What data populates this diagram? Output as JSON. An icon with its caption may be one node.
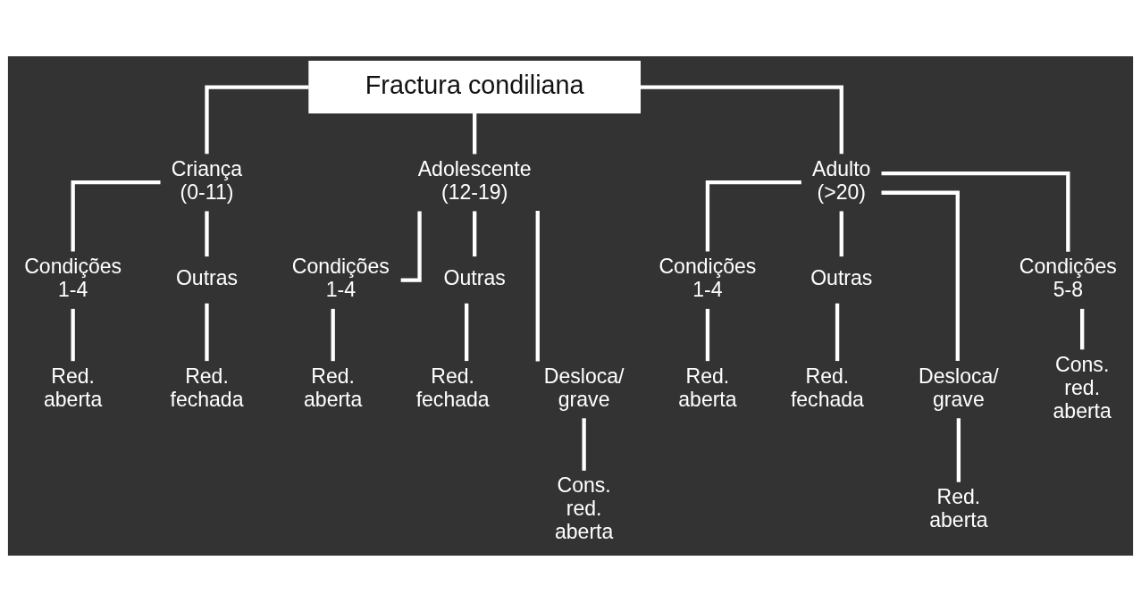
{
  "diagram": {
    "nodes": [
      {
        "text": [
          "Fractura condiliana"
        ]
      },
      {
        "text": [
          "Criança (0-11)"
        ]
      },
      {
        "text": [
          "Adolescente (12-19)"
        ]
      },
      {
        "text": [
          "Adulto (>20)"
        ]
      },
      {
        "text": [
          "Condições 1-4"
        ]
      },
      {
        "text": [
          "Outras"
        ]
      },
      {
        "text": [
          "Red. aberta"
        ]
      },
      {
        "text": [
          "Red. fechada"
        ]
      },
      {
        "text": [
          "Condições 1-4"
        ]
      },
      {
        "text": [
          "Outras"
        ]
      },
      {
        "text": [
          "Red. aberta"
        ]
      },
      {
        "text": [
          "Red. fechada"
        ]
      },
      {
        "text": [
          "Desloca/ grave"
        ]
      },
      {
        "text": [
          "Cons. red. aberta"
        ]
      },
      {
        "text": [
          "Condições 1-4"
        ]
      },
      {
        "text": [
          "Outras"
        ]
      },
      {
        "text": [
          "Red. aberta"
        ]
      },
      {
        "text": [
          "Red. fechada"
        ]
      },
      {
        "text": [
          "Desloca/ grave"
        ]
      },
      {
        "text": [
          "Condições 5-8"
        ]
      },
      {
        "text": [
          "Red. aberta"
        ]
      },
      {
        "text": [
          "Cons. red. aberta"
        ]
      }
    ],
    "edges": [
      {
        "from": 0,
        "to": 1,
        "arrow": "none"
      },
      {
        "from": 0,
        "to": 2,
        "arrow": "none"
      },
      {
        "from": 0,
        "to": 3,
        "arrow": "none"
      },
      {
        "from": 1,
        "to": 4,
        "arrow": "none"
      },
      {
        "from": 1,
        "to": 5,
        "arrow": "none"
      },
      {
        "from": 4,
        "to": 6,
        "arrow": "none"
      },
      {
        "from": 5,
        "to": 7,
        "arrow": "none"
      },
      {
        "from": 2,
        "to": 8,
        "arrow": "none"
      },
      {
        "from": 2,
        "to": 9,
        "arrow": "none"
      },
      {
        "from": 2,
        "to": 12,
        "arrow": "none"
      },
      {
        "from": 8,
        "to": 10,
        "arrow": "none"
      },
      {
        "from": 9,
        "to": 11,
        "arrow": "none"
      },
      {
        "from": 12,
        "to": 13,
        "arrow": "none"
      },
      {
        "from": 3,
        "to": 14,
        "arrow": "none"
      },
      {
        "from": 3,
        "to": 15,
        "arrow": "none"
      },
      {
        "from": 3,
        "to": 18,
        "arrow": "none"
      },
      {
        "from": 3,
        "to": 19,
        "arrow": "none"
      },
      {
        "from": 14,
        "to": 16,
        "arrow": "none"
      },
      {
        "from": 15,
        "to": 17,
        "arrow": "none"
      },
      {
        "from": 18,
        "to": 20,
        "arrow": "none"
      },
      {
        "from": 19,
        "to": 21,
        "arrow": "none"
      }
    ]
  }
}
